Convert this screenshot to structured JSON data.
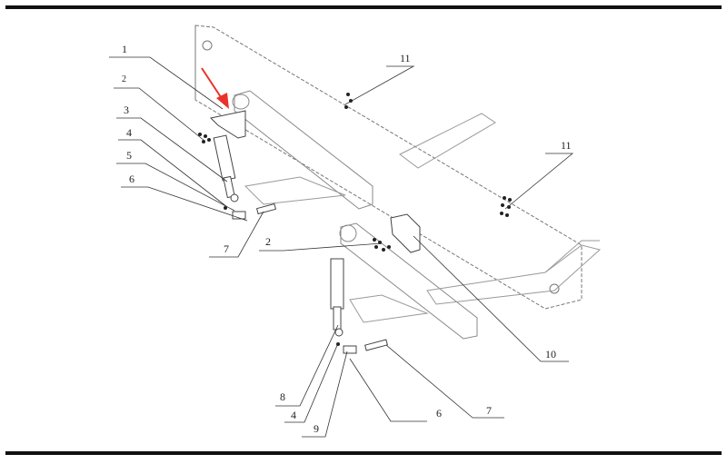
{
  "diagram": {
    "title": "",
    "highlight_color": "#e8322a",
    "callouts": [
      {
        "id": "c1",
        "label": "1"
      },
      {
        "id": "c2a",
        "label": "2"
      },
      {
        "id": "c3",
        "label": "3"
      },
      {
        "id": "c4a",
        "label": "4"
      },
      {
        "id": "c5",
        "label": "5"
      },
      {
        "id": "c6a",
        "label": "6"
      },
      {
        "id": "c7a",
        "label": "7"
      },
      {
        "id": "c2b",
        "label": "2"
      },
      {
        "id": "c11a",
        "label": "11"
      },
      {
        "id": "c11b",
        "label": "11"
      },
      {
        "id": "c10",
        "label": "10"
      },
      {
        "id": "c8",
        "label": "8"
      },
      {
        "id": "c4b",
        "label": "4"
      },
      {
        "id": "c9",
        "label": "9"
      },
      {
        "id": "c6b",
        "label": "6"
      },
      {
        "id": "c7b",
        "label": "7"
      }
    ]
  }
}
